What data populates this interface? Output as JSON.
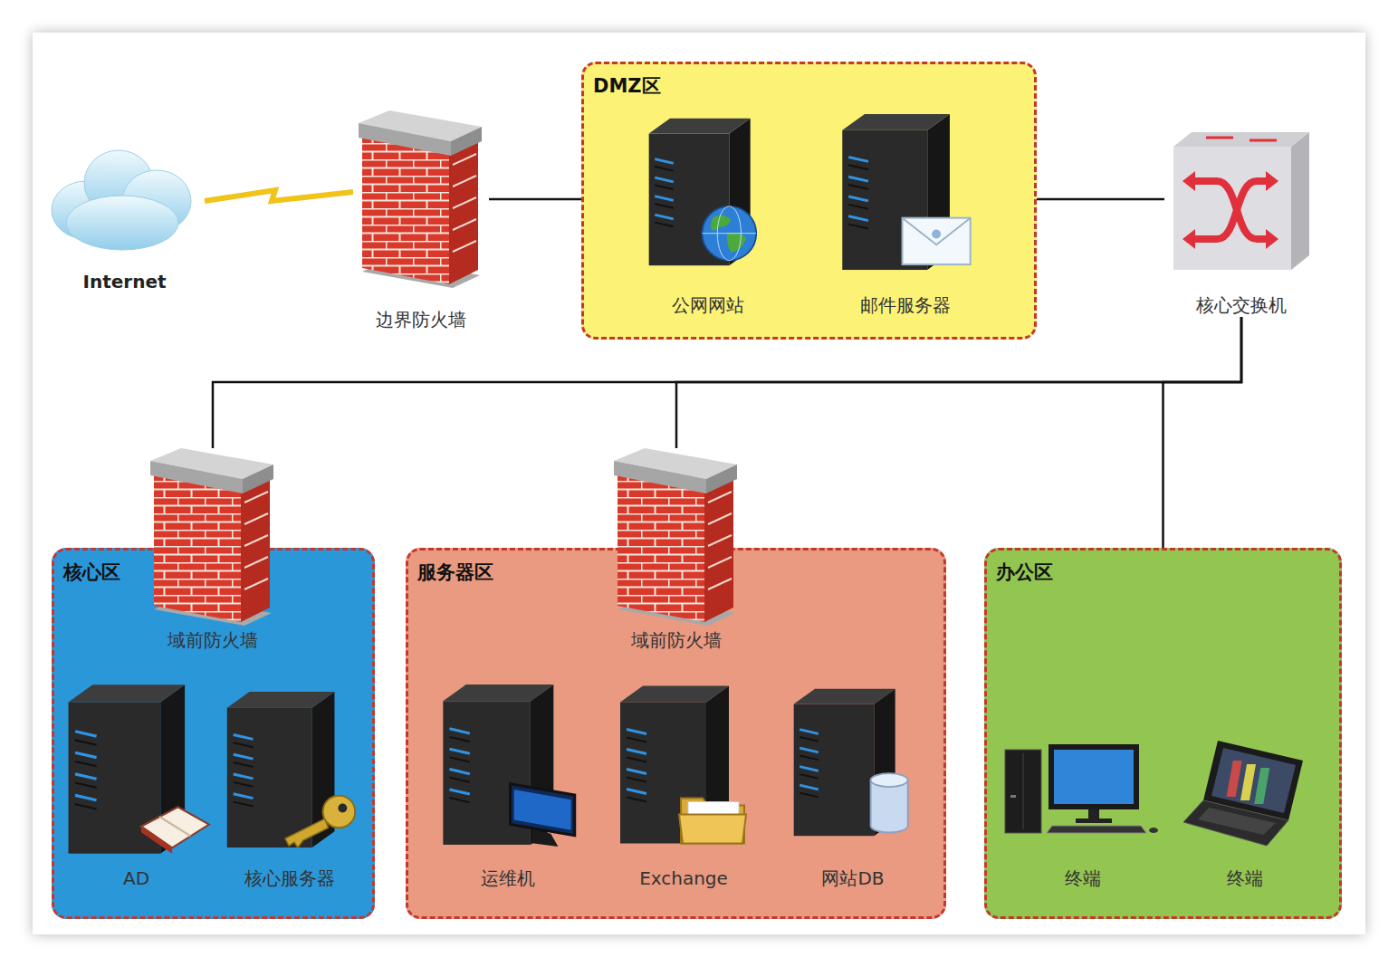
{
  "diagram": {
    "nodes": [
      {
        "text": [
          "Internet"
        ]
      },
      {
        "text": [
          "边界防火墙"
        ]
      },
      {
        "text": [
          "DMZ区"
        ]
      },
      {
        "text": [
          "公网网站"
        ],
        "in": 2
      },
      {
        "text": [
          "邮件服务器"
        ],
        "in": 2
      },
      {
        "text": [
          "核心交换机"
        ]
      },
      {
        "text": [
          "核心区"
        ]
      },
      {
        "text": [
          "域前防火墙"
        ],
        "in": 6
      },
      {
        "text": [
          "AD"
        ],
        "in": 6
      },
      {
        "text": [
          "核心服务器"
        ],
        "in": 6
      },
      {
        "text": [
          "服务器区"
        ]
      },
      {
        "text": [
          "域前防火墙"
        ],
        "in": 10
      },
      {
        "text": [
          "运维机"
        ],
        "in": 10
      },
      {
        "text": [
          "Exchange"
        ],
        "in": 10
      },
      {
        "text": [
          "网站DB"
        ],
        "in": 10
      },
      {
        "text": [
          "办公区"
        ]
      },
      {
        "text": [
          "终端"
        ],
        "in": 15
      },
      {
        "text": [
          "终端"
        ],
        "in": 15
      }
    ],
    "edges": [
      {
        "from": 0,
        "to": 1,
        "arrow": "none"
      },
      {
        "from": 1,
        "to": 2,
        "arrow": "none"
      },
      {
        "from": 2,
        "to": 5,
        "arrow": "none"
      },
      {
        "from": 5,
        "to": 7,
        "arrow": "none"
      },
      {
        "from": 5,
        "to": 11,
        "arrow": "none"
      },
      {
        "from": 5,
        "to": 15,
        "arrow": "none"
      }
    ]
  }
}
